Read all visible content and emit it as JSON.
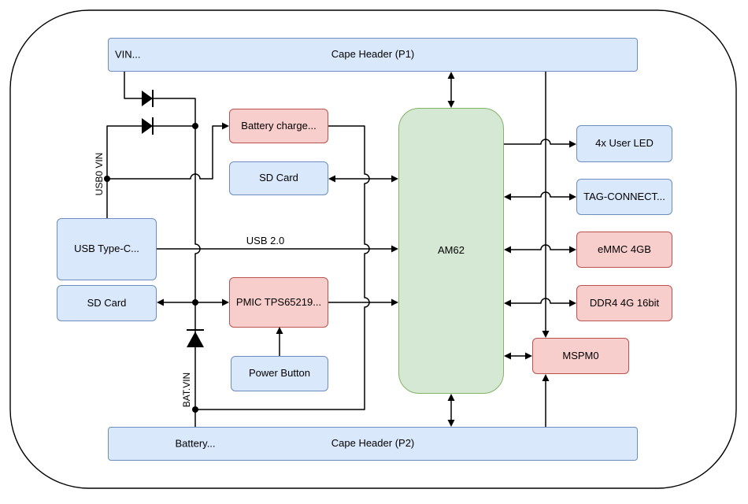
{
  "colors": {
    "blue_fill": "#dae8fc",
    "blue_stroke": "#6c8ebf",
    "red_fill": "#f8cecc",
    "red_stroke": "#b85450",
    "green_fill": "#d5e8d4",
    "green_stroke": "#82b366",
    "wire": "#000000",
    "outline": "#000000"
  },
  "nodes": {
    "cape_p1": {
      "label": "Cape Header (P1)"
    },
    "battery_charger": {
      "label": "Battery charge..."
    },
    "sd_card_mid": {
      "label": "SD Card"
    },
    "usb_typec": {
      "label": "USB Type-C..."
    },
    "sd_card_left": {
      "label": "SD Card"
    },
    "pmic": {
      "label": "PMIC TPS65219..."
    },
    "power_button": {
      "label": "Power Button"
    },
    "am62": {
      "label": "AM62"
    },
    "user_led": {
      "label": "4x User LED"
    },
    "tag_connect": {
      "label": "TAG-CONNECT..."
    },
    "emmc": {
      "label": "eMMC 4GB"
    },
    "ddr4": {
      "label": "DDR4 4G 16bit"
    },
    "mspm0": {
      "label": "MSPM0"
    },
    "cape_p2": {
      "label": "Cape Header (P2)"
    }
  },
  "wire_labels": {
    "vin": "VIN...",
    "usb0_vin": "USB0 VIN",
    "usb2": "USB 2.0",
    "bat_vin": "BAT.VIN",
    "battery": "Battery..."
  }
}
